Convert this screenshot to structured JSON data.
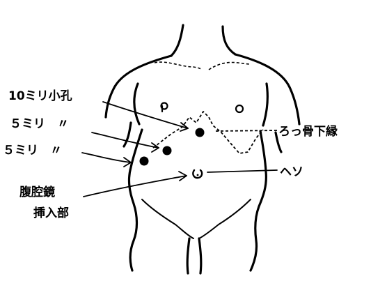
{
  "labels": {
    "port_10mm": "10ミリ小孔",
    "port_5mm_a": "５ミリ　〃",
    "port_5mm_b": "５ミリ　〃",
    "laparoscope_line1": "腹腔鏡",
    "laparoscope_line2": "挿入部",
    "costal_margin": "ろっ骨下縁",
    "navel": "ヘソ"
  },
  "colors": {
    "ink": "#000000",
    "paper": "#ffffff"
  }
}
